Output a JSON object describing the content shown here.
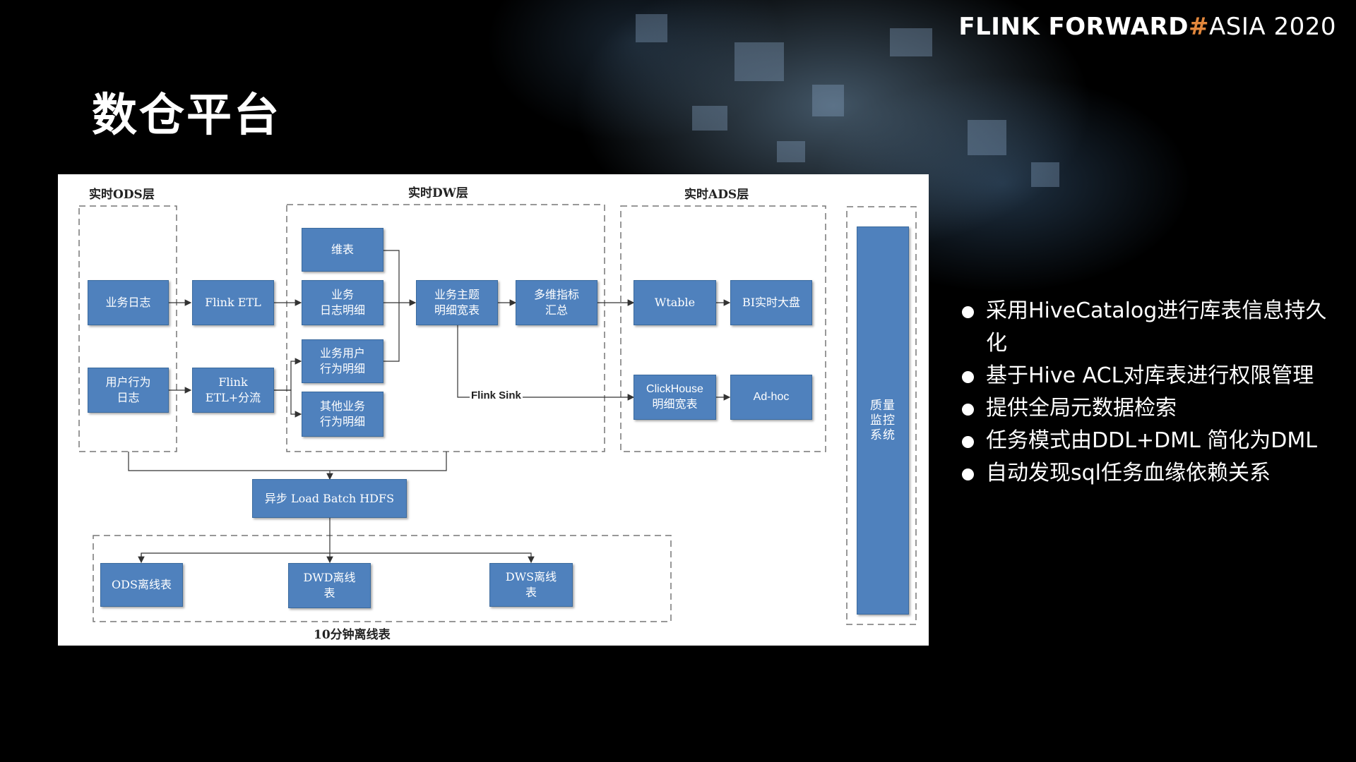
{
  "brand": {
    "part1": "FLINK FORWARD",
    "hash": "#",
    "part2": "ASIA 2020"
  },
  "title": "数仓平台",
  "diagram": {
    "layers": {
      "ods": "实时ODS层",
      "dw": "实时DW层",
      "ads": "实时ADS层",
      "offline": "10分钟离线表"
    },
    "boxes": {
      "biz_log": "业务日志",
      "user_log": "用户行为\n日志",
      "flink_etl": "Flink ETL",
      "flink_etl_split": "Flink\nETL+分流",
      "dim_table": "维表",
      "biz_log_detail": "业务\n日志明细",
      "biz_user_detail": "业务用户\n行为明细",
      "other_detail": "其他业务\n行为明细",
      "wide_table": "业务主题\n明细宽表",
      "multi_dim": "多维指标\n汇总",
      "wtable": "Wtable",
      "bi": "BI实时大盘",
      "clickhouse": "ClickHouse\n明细宽表",
      "adhoc": "Ad-hoc",
      "async_load": "异步 Load Batch HDFS",
      "ods_offline": "ODS离线表",
      "dwd_offline": "DWD离线\n表",
      "dws_offline": "DWS离线\n表",
      "quality": "质量\n监控\n系统"
    },
    "flink_sink": "Flink Sink"
  },
  "bullets": [
    "采用HiveCatalog进行库表信息持久化",
    "基于Hive ACL对库表进行权限管理",
    "提供全局元数据检索",
    "任务模式由DDL+DML 简化为DML",
    "自动发现sql任务血缘依赖关系"
  ],
  "colors": {
    "box": "#4f81bd",
    "accent": "#e2873c"
  }
}
